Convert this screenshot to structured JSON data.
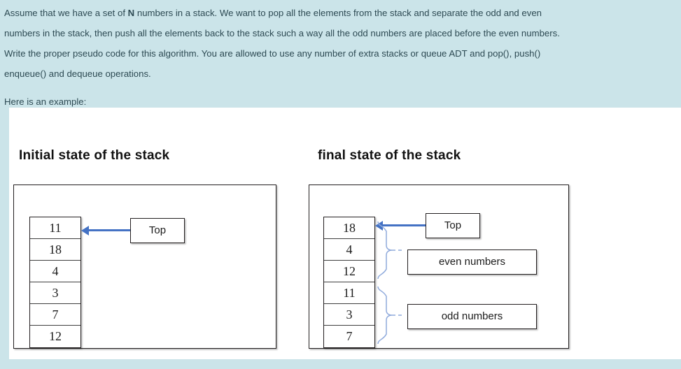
{
  "problem": {
    "line1_a": "Assume that we have a set of ",
    "line1_bold": "N",
    "line1_b": " numbers in a stack. We want to pop all the elements from the stack and separate the odd and even",
    "line2": "numbers in the stack, then push all the elements back to the stack such a way all the odd numbers are placed before the even numbers.",
    "line3": "Write the proper pseudo code for this algorithm. You are allowed to use any number of extra stacks or queue ADT and pop(), push()",
    "line4": "enqueue() and dequeue operations.",
    "line5": "Here is an example:"
  },
  "diagrams": {
    "initial": {
      "heading": "Initial state of the stack",
      "stack_values": [
        "11",
        "18",
        "4",
        "3",
        "7",
        "12"
      ],
      "pointer_label": "Top"
    },
    "final": {
      "heading": "final state of the stack",
      "stack_values": [
        "18",
        "4",
        "12",
        "11",
        "3",
        "7"
      ],
      "pointer_label": "Top",
      "group_even_label": "even numbers",
      "group_odd_label": "odd numbers",
      "even_values": [
        "18",
        "4",
        "12"
      ],
      "odd_values": [
        "11",
        "3",
        "7"
      ]
    }
  },
  "colors": {
    "page_background": "#cbe4e9",
    "canvas_background": "#ffffff",
    "text": "#2d4a53",
    "arrow": "#4472c4",
    "brace": "#8faadc",
    "border": "#231f20"
  }
}
